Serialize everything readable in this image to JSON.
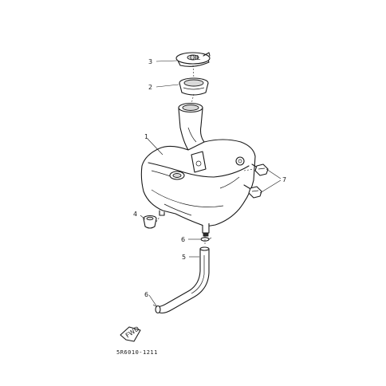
{
  "diagram": {
    "parts": [
      {
        "ref": "1",
        "name": "oil-tank"
      },
      {
        "ref": "2",
        "name": "tank-filler-neck"
      },
      {
        "ref": "3",
        "name": "oil-cap"
      },
      {
        "ref": "4",
        "name": "grommet"
      },
      {
        "ref": "5",
        "name": "oil-hose"
      },
      {
        "ref": "6",
        "name": "hose-clip"
      },
      {
        "ref": "7",
        "name": "mounting-bolt"
      }
    ],
    "labels": {
      "ref_1": "1",
      "ref_2": "2",
      "ref_3": "3",
      "ref_4": "4",
      "ref_5": "5",
      "ref_6_upper": "6",
      "ref_6_lower": "6",
      "ref_7": "7",
      "cap_mark": "OIL",
      "fwd_mark": "FWD"
    },
    "figure_code": "5R6010-1211"
  }
}
